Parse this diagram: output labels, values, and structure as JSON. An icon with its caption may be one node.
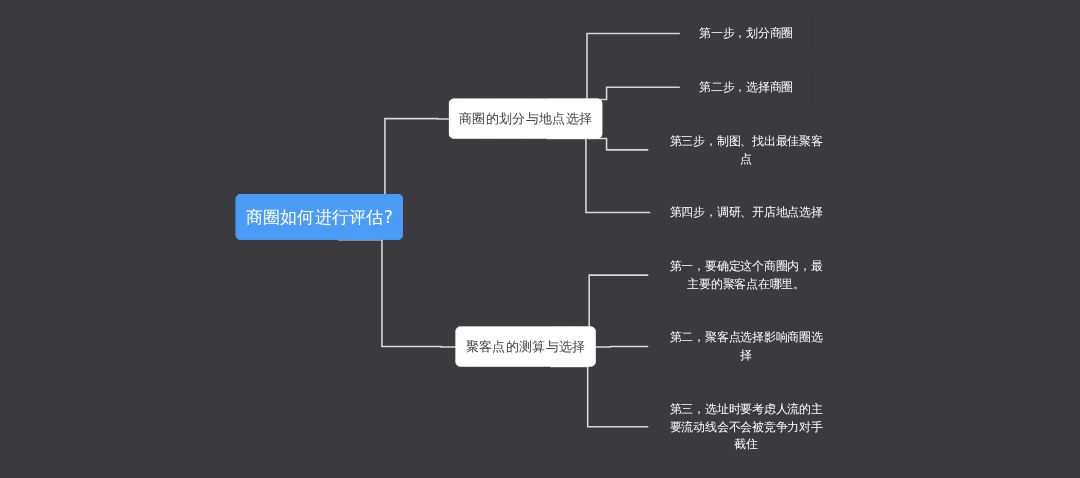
{
  "diagram": {
    "nodes": [
      {
        "text": [
          "商圈如何进行评估?"
        ]
      },
      {
        "text": [
          "商圈的划分与地点选择"
        ]
      },
      {
        "text": [
          "第一步，划分商圈"
        ]
      },
      {
        "text": [
          "第二步，选择商圈"
        ]
      },
      {
        "text": [
          "第三步，制图、找出最佳聚客点"
        ]
      },
      {
        "text": [
          "第四步，调研、开店地点选择"
        ]
      },
      {
        "text": [
          "聚客点的测算与选择"
        ]
      },
      {
        "text": [
          "第一，要确定这个商圈内，最主要的聚客点在哪里。"
        ]
      },
      {
        "text": [
          "第二，聚客点选择影响商圈选择"
        ]
      },
      {
        "text": [
          "第三，选址时要考虑人流的主要流动线会不会被竞争力对手截住"
        ]
      }
    ],
    "edges": [
      {
        "from": 0,
        "to": 1,
        "arrow": "none"
      },
      {
        "from": 1,
        "to": 2,
        "arrow": "none"
      },
      {
        "from": 1,
        "to": 3,
        "arrow": "none"
      },
      {
        "from": 1,
        "to": 4,
        "arrow": "none"
      },
      {
        "from": 1,
        "to": 5,
        "arrow": "none"
      },
      {
        "from": 0,
        "to": 6,
        "arrow": "none"
      },
      {
        "from": 6,
        "to": 7,
        "arrow": "none"
      },
      {
        "from": 6,
        "to": 8,
        "arrow": "none"
      },
      {
        "from": 6,
        "to": 9,
        "arrow": "none"
      }
    ]
  }
}
